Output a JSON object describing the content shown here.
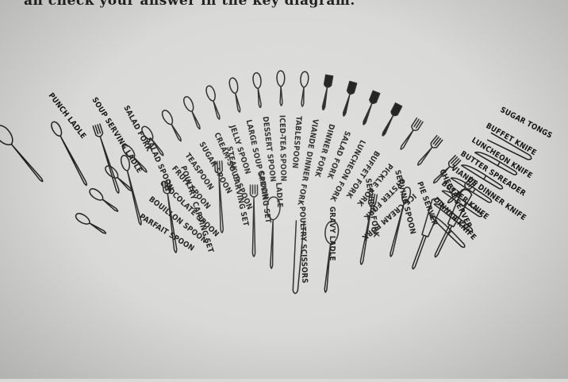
{
  "header": {
    "text": "an check your answer in the key diagram."
  },
  "colors": {
    "paper": "#d9d9d7",
    "ink": "#1a1a1a"
  },
  "outer_labels": [
    "PARFAIT SPOON",
    "BOUILLON SPOON",
    "CHOCOLATE SPOON",
    "FRUIT SPOON",
    "TEASPOON",
    "SUGAR SPOON",
    "CREAM-SOUP SPOON",
    "JELLY SPOON",
    "LARGE SOUP SPOON",
    "DESSERT SPOON",
    "ICED-TEA SPOON",
    "TABLESPOON",
    "VIANDE DINNER FORK",
    "DINNER FORK",
    "SALAD FORK",
    "LUNCHEON FORK",
    "BUFFET FORK",
    "PICKLE FORK",
    "OYSTER FORK",
    "ICE-CREAM FORK"
  ],
  "right_labels": [
    "SUGAR TONGS",
    "BUFFET KNIFE",
    "LUNCHEON KNIFE",
    "BUTTER SPREADER",
    "VIANDE DINNER KNIFE",
    "BUTTER KNIFE",
    "DINNER KNIFE"
  ],
  "inner_labels": [
    "PUNCH LADLE",
    "SOUP SERVING LADLE",
    "SALAD FORK",
    "SALAD SPOON",
    "POULTRY CARVING SET",
    "STEAK CARVING SET",
    "CARVING SET",
    "LADLE",
    "POULTRY SCISSORS",
    "GRAVY LADLE",
    "SERVING FORK",
    "SERVING SPOON",
    "PIE SERVER",
    "CHEESE SERVER"
  ]
}
